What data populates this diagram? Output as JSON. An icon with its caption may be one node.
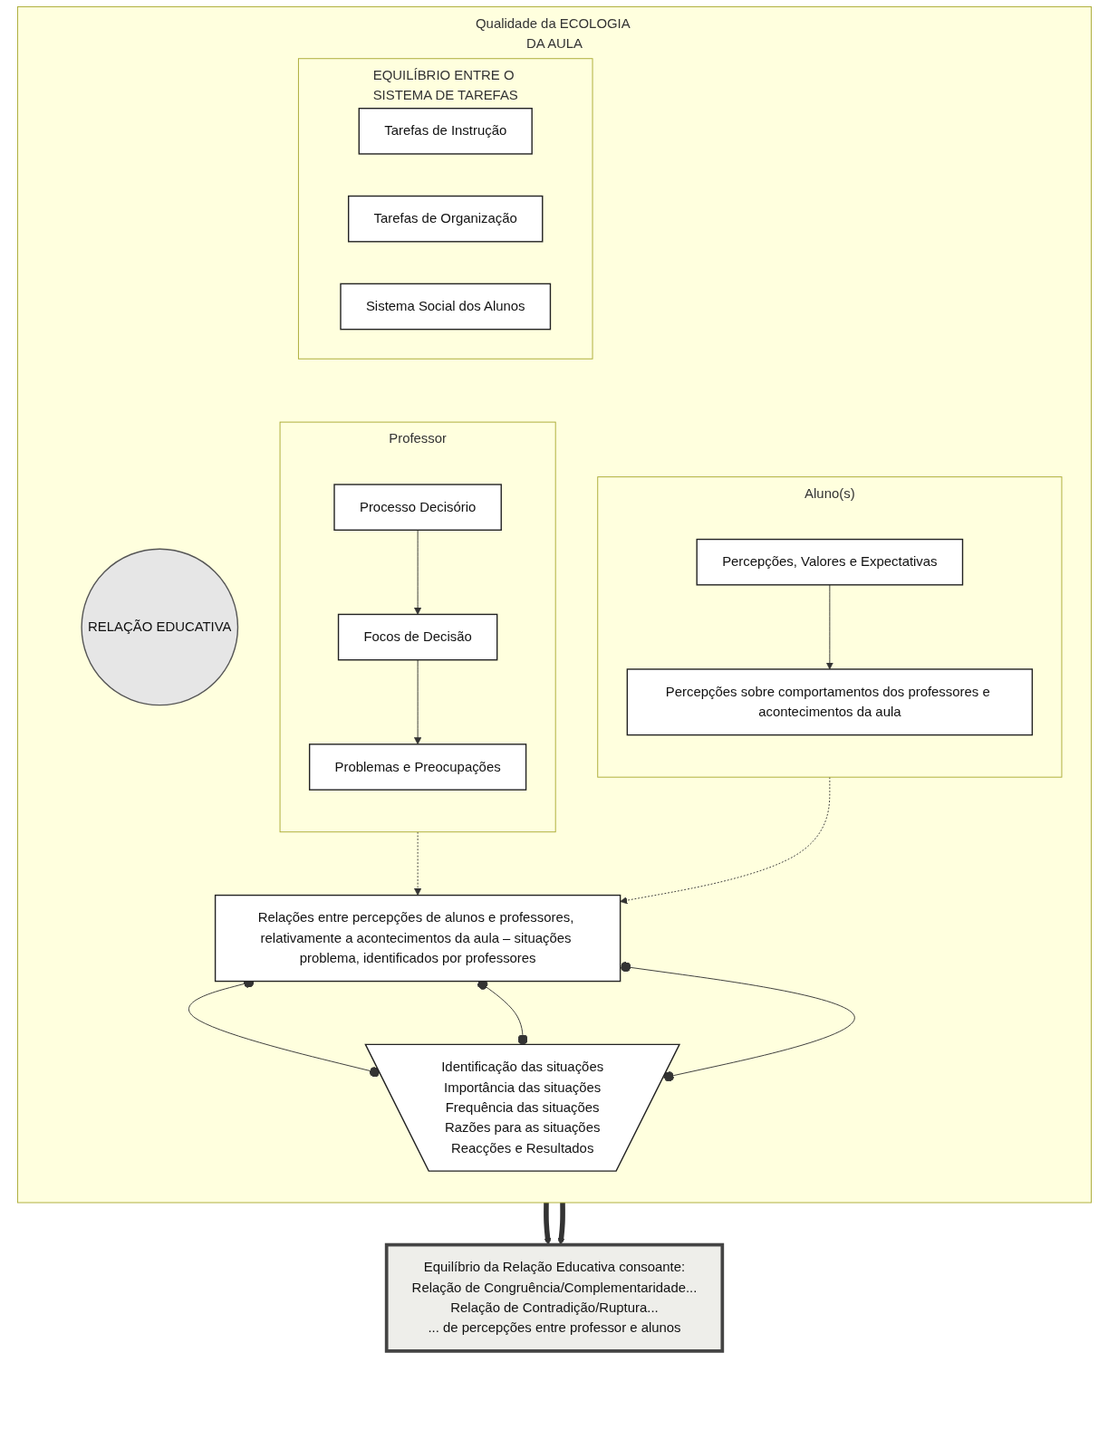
{
  "diagram": {
    "nodes": [
      {
        "text": [
          "Qualidade da ECOLOGIA DA AULA"
        ]
      },
      {
        "text": [
          "EQUILÍBRIO ENTRE O SISTEMA DE TAREFAS"
        ],
        "in": 0
      },
      {
        "text": [
          "Tarefas de Instrução"
        ],
        "in": 1
      },
      {
        "text": [
          "Tarefas de Organização"
        ],
        "in": 1
      },
      {
        "text": [
          "Sistema Social dos Alunos"
        ],
        "in": 1
      },
      {
        "text": [
          "Professor"
        ],
        "in": 0
      },
      {
        "text": [
          "Processo Decisório"
        ],
        "in": 5
      },
      {
        "text": [
          "Focos de Decisão"
        ],
        "in": 5
      },
      {
        "text": [
          "Problemas e Preocupações"
        ],
        "in": 5
      },
      {
        "text": [
          "RELAÇÃO EDUCATIVA"
        ],
        "in": 0
      },
      {
        "text": [
          "Aluno(s)"
        ],
        "in": 0
      },
      {
        "text": [
          "Percepções, Valores e Expectativas"
        ],
        "in": 10
      },
      {
        "text": [
          "Percepções sobre comportamentos dos professores e acontecimentos da aula"
        ],
        "in": 10
      },
      {
        "text": [
          "Relações entre percepções de alunos e professores, relativamente a acontecimentos da aula – situações problema, identificados por professores"
        ],
        "in": 0
      },
      {
        "text": [
          "Identificação das situações",
          "Importância das situações",
          "Frequência das situações",
          "Razões para as situações",
          "Reacções e Resultados"
        ],
        "in": 0
      },
      {
        "text": [
          "Equilíbrio da Relação Educativa consoante:",
          "Relação de Congruência/Complementaridade...",
          "Relação de Contradição/Ruptura...",
          "... de percepções entre professor e alunos"
        ]
      }
    ],
    "edges": [
      {
        "from": 6,
        "to": 7,
        "arrow": "to"
      },
      {
        "from": 7,
        "to": 8,
        "arrow": "to"
      },
      {
        "from": 11,
        "to": 12,
        "arrow": "to"
      },
      {
        "from": 5,
        "to": 13,
        "arrow": "to",
        "style": "dashed"
      },
      {
        "from": 10,
        "to": 13,
        "arrow": "to",
        "style": "dashed"
      },
      {
        "from": 13,
        "to": 14,
        "arrow": "other"
      },
      {
        "from": 13,
        "to": 14,
        "arrow": "other"
      },
      {
        "from": 13,
        "to": 14,
        "arrow": "other"
      },
      {
        "from": 0,
        "to": 15,
        "arrow": "to",
        "style": "thick"
      },
      {
        "from": 0,
        "to": 15,
        "arrow": "to",
        "style": "thick"
      }
    ]
  }
}
